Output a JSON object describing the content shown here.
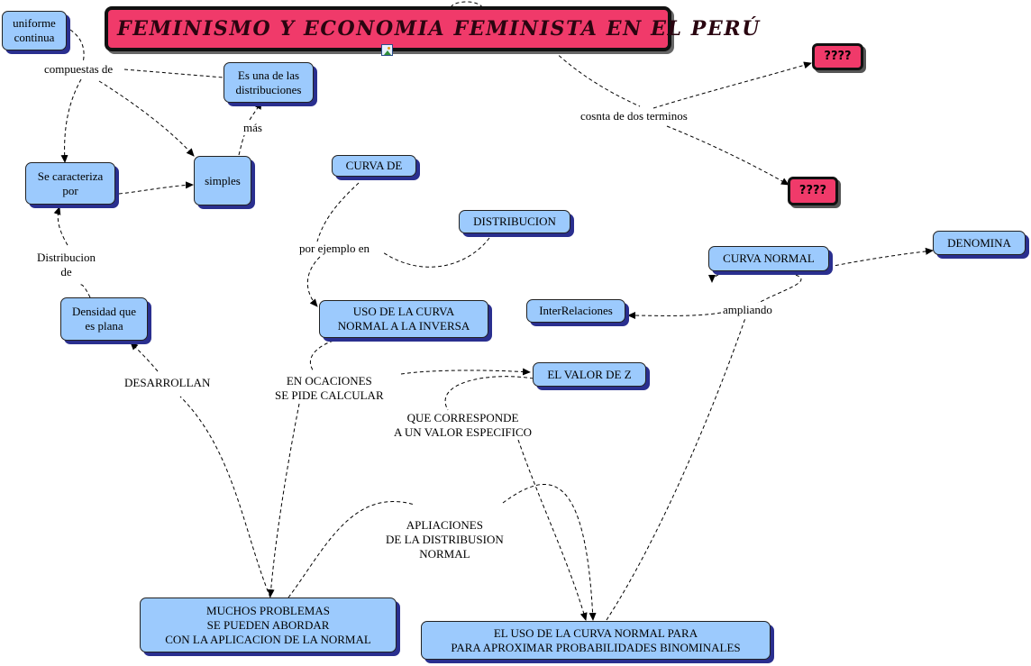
{
  "map": {
    "title": "FEMINISMO Y ECONOMIA FEMINISTA EN EL PERÚ",
    "title_icon": "image-icon",
    "colors": {
      "concept": "#9ccafd",
      "highlight": "#f03a6a",
      "shadow": "#2a2f8f"
    },
    "concepts": {
      "uniforme": "uniforme\ncontinua",
      "es_una": "Es una de las\ndistribuciones",
      "se_caracteriza": "Se caracteriza\npor",
      "simples": "simples",
      "curva_de": "CURVA DE",
      "distribucion": "DISTRIBUCION",
      "densidad": "Densidad que\nes  plana",
      "uso_inversa": "USO DE LA CURVA\nNORMAL A LA INVERSA",
      "valor_z": "EL VALOR DE Z",
      "curva_normal": "CURVA NORMAL",
      "denomina": "DENOMINA",
      "interrelaciones": "InterRelaciones",
      "muchos": "MUCHOS PROBLEMAS\nSE PUEDEN ABORDAR\nCON LA APLICACION DE LA NORMAL",
      "uso_binominales": "EL USO DE LA CURVA NORMAL PARA\nPARA APROXIMAR PROBABILIDADES BINOMINALES",
      "q1": "????",
      "q2": "????"
    },
    "links": {
      "compuestas": "compuestas de",
      "mas": "más",
      "distribucion_de": "Distribucion\nde",
      "por_ejemplo": "por ejemplo en",
      "desarrollan": "DESARROLLAN",
      "en_ocaciones": "EN OCACIONES\nSE PIDE CALCULAR",
      "que_corresponde": "QUE CORRESPONDE\nA UN VALOR ESPECIFICO",
      "apliaciones": "APLIACIONES\nDE LA DISTRIBUSION\nNORMAL",
      "consta": "cosnta de dos terminos",
      "ampliando": "ampliando"
    }
  }
}
